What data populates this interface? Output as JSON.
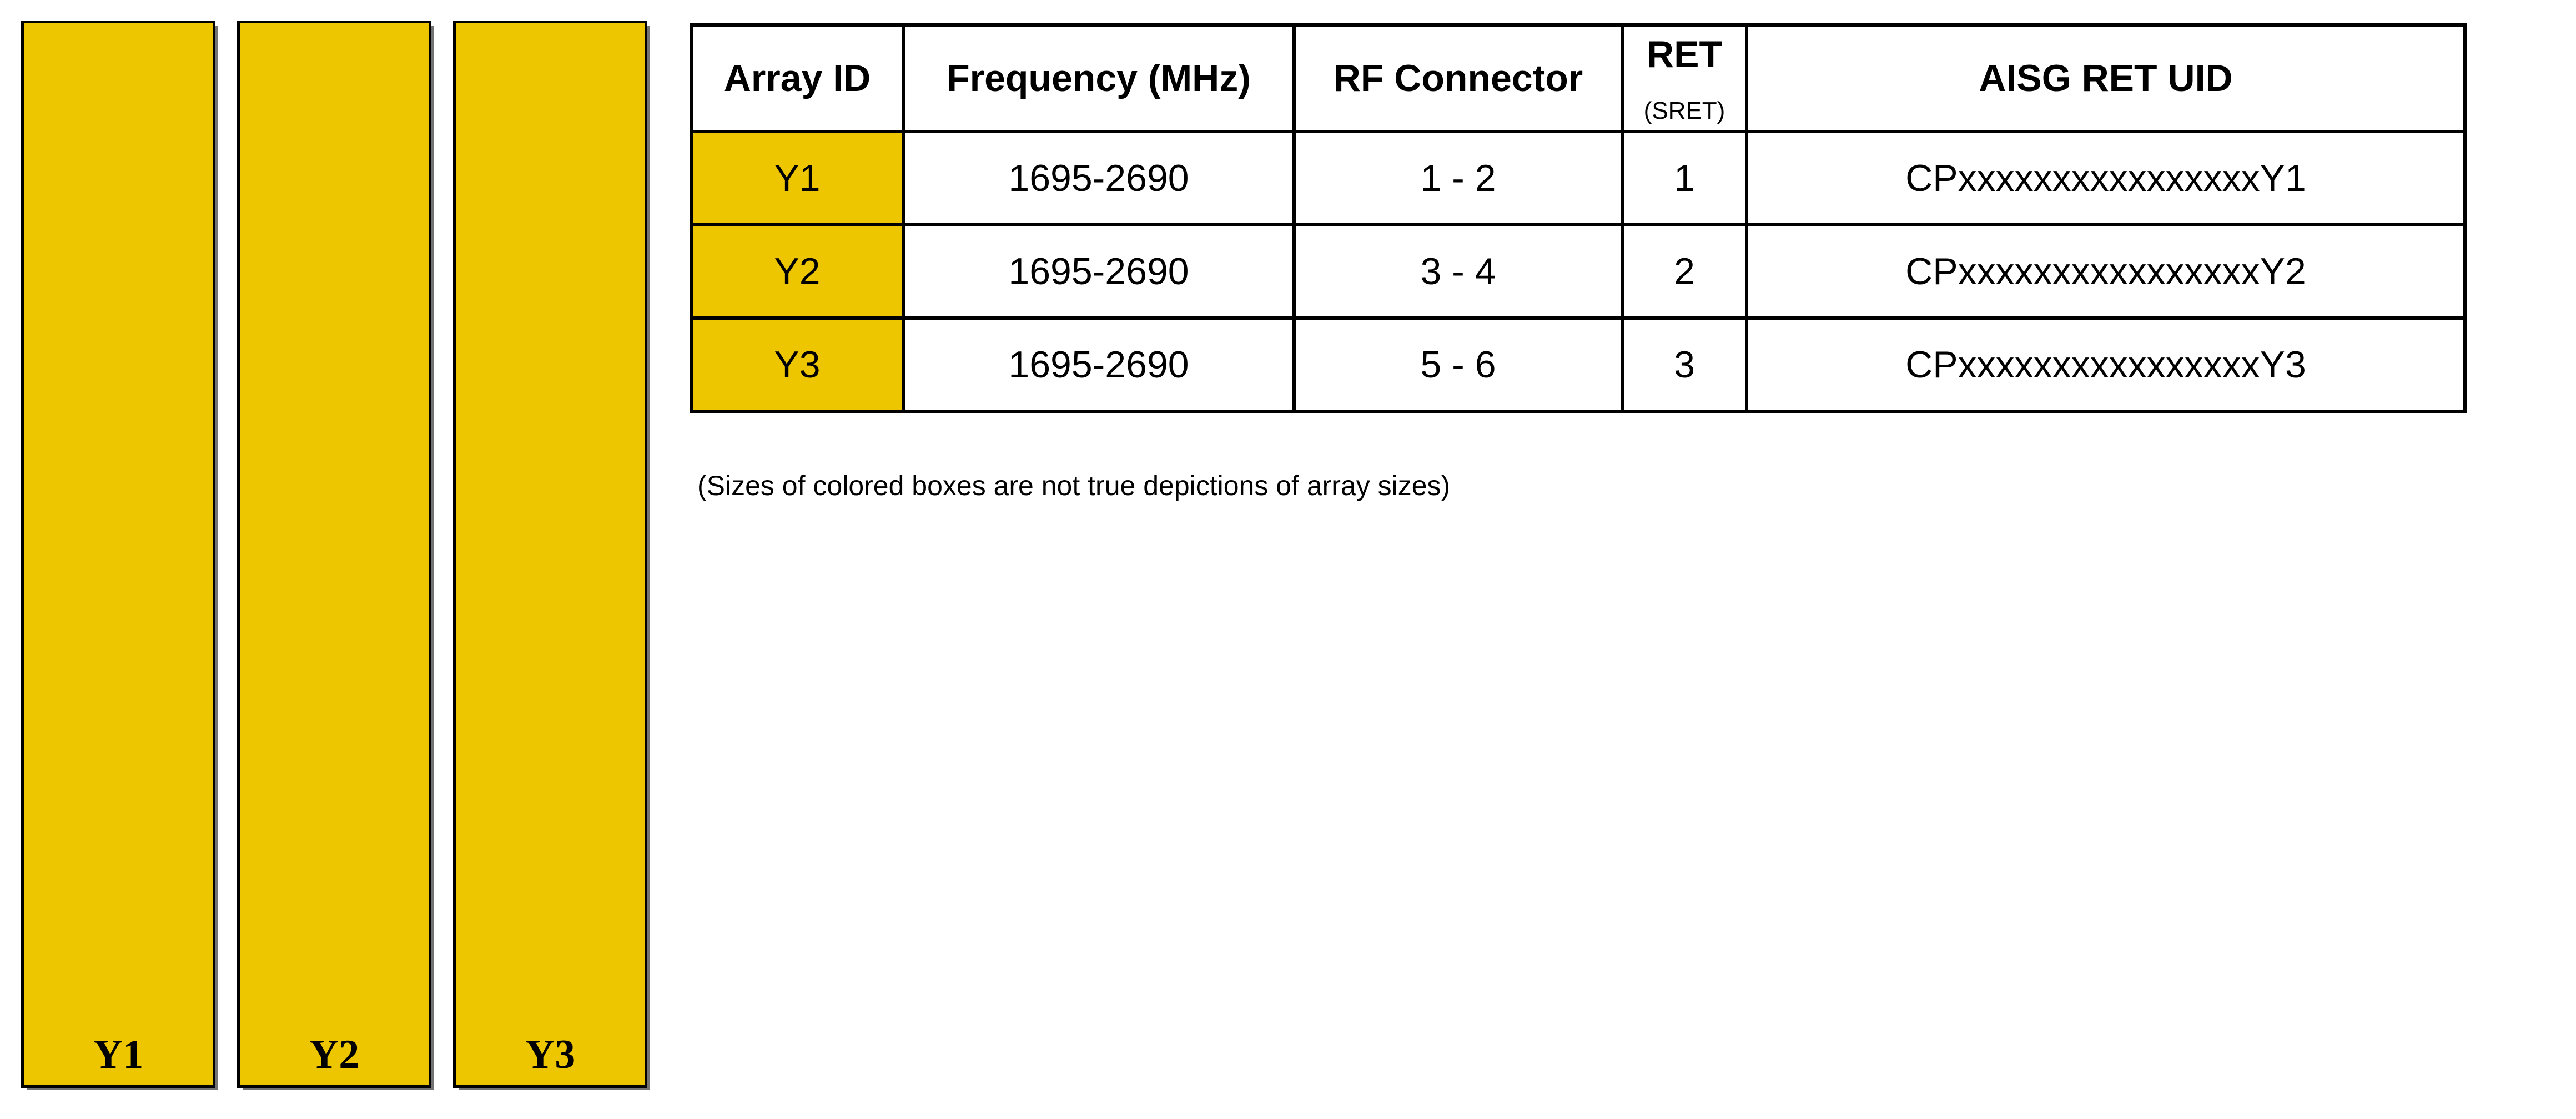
{
  "colors": {
    "array_fill": "#EDC600",
    "border": "#000000",
    "background": "#FFFFFF"
  },
  "table": {
    "headers": {
      "array_id": "Array ID",
      "frequency": "Frequency (MHz)",
      "rf_connector": "RF Connector",
      "ret": "RET",
      "ret_sub": "(SRET)",
      "aisg_ret_uid": "AISG RET UID"
    },
    "rows": [
      {
        "array_id": "Y1",
        "frequency": "1695-2690",
        "rf_connector": "1 - 2",
        "ret": "1",
        "aisg_ret_uid": "CPxxxxxxxxxxxxxxxxY1"
      },
      {
        "array_id": "Y2",
        "frequency": "1695-2690",
        "rf_connector": "3 - 4",
        "ret": "2",
        "aisg_ret_uid": "CPxxxxxxxxxxxxxxxxY2"
      },
      {
        "array_id": "Y3",
        "frequency": "1695-2690",
        "rf_connector": "5 - 6",
        "ret": "3",
        "aisg_ret_uid": "CPxxxxxxxxxxxxxxxxY3"
      }
    ]
  },
  "array_diagram": {
    "bars": [
      {
        "label": "Y1"
      },
      {
        "label": "Y2"
      },
      {
        "label": "Y3"
      }
    ]
  },
  "note": "(Sizes of colored boxes are not true depictions of array sizes)"
}
